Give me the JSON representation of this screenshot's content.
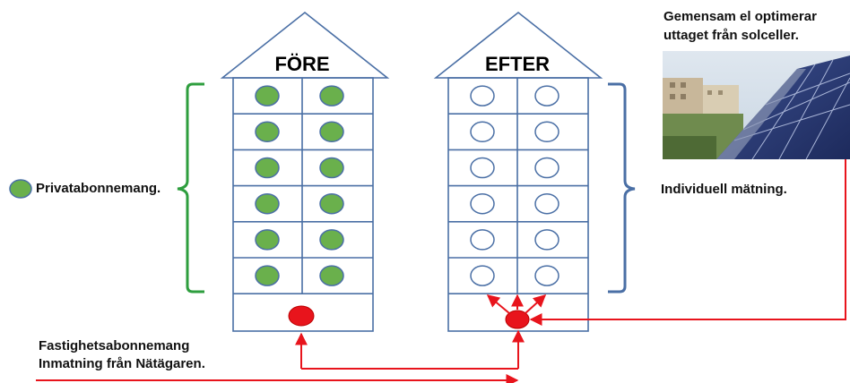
{
  "houses": {
    "before": {
      "title": "FÖRE",
      "circle_color": "#6ab04c"
    },
    "after": {
      "title": "EFTER",
      "circle_color": "#ffffff"
    }
  },
  "labels": {
    "private": "Privatabonnemang.",
    "individual": "Individuell mätning.",
    "property_line1": "Fastighetsabonnemang",
    "property_line2": "Inmatning från Nätägaren.",
    "solar_line1": "Gemensam el optimerar",
    "solar_line2": "uttaget från solceller."
  },
  "colors": {
    "outline": "#4a6fa5",
    "bracket_left": "#2e9e3e",
    "bracket_right": "#4a6fa5",
    "meter": "#e8141c",
    "line": "#e8141c"
  },
  "photo": {
    "icon": "solar-panel-photo"
  }
}
